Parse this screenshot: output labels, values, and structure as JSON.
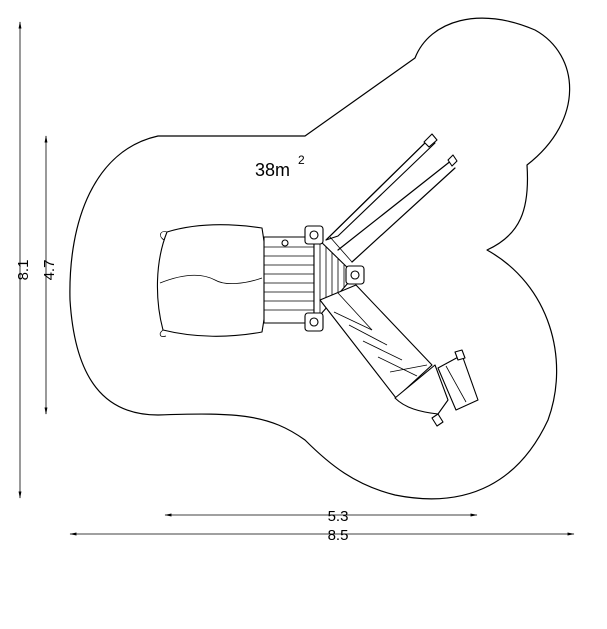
{
  "area": {
    "value": "38m",
    "exponent": "2"
  },
  "dimensions": {
    "total_height": "8.1",
    "inner_height": "4.7",
    "inner_width": "5.3",
    "total_width": "8.5"
  }
}
